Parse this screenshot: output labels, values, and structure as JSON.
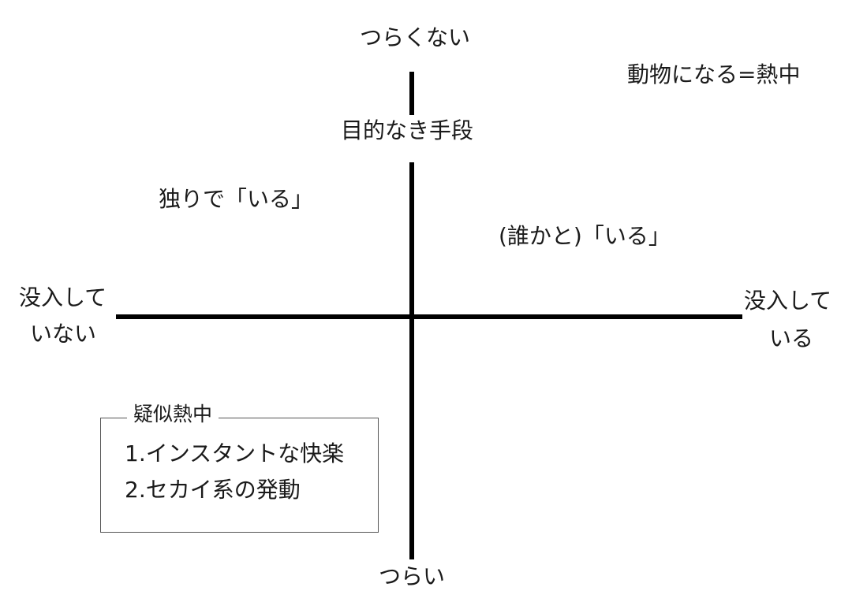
{
  "axes": {
    "top": "つらくない",
    "bottom": "つらい",
    "left_line1": "没入して",
    "left_line2": "いない",
    "right_line1": "没入して",
    "right_line2": "いる"
  },
  "upper_center": "目的なき手段",
  "upper_left": "独りで「いる」",
  "upper_right": "(誰かと)「いる」",
  "corner_note": "動物になる=熱中",
  "pseudo_box": {
    "title": "疑似熱中",
    "items": [
      "1.インスタントな快楽",
      "2.セカイ系の発動"
    ]
  }
}
